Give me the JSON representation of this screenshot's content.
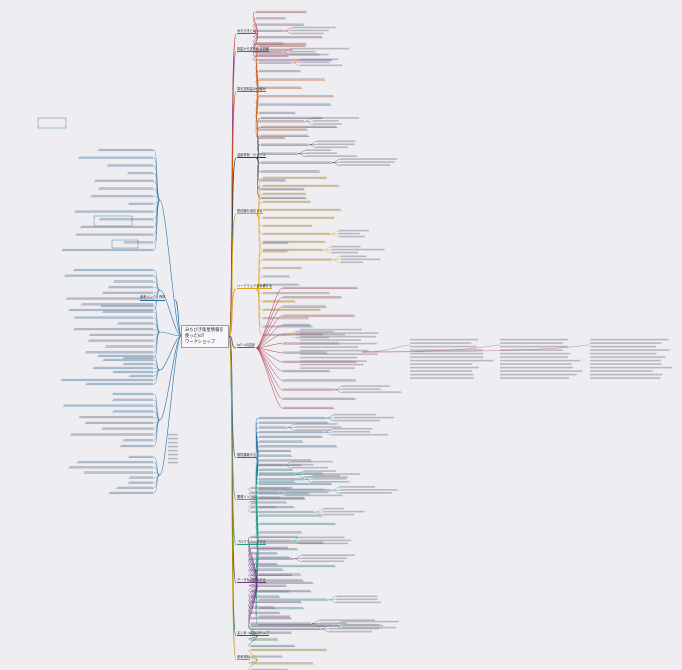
{
  "root": {
    "title": "みちびき衛星情報を使ったIoT",
    "subtitle": "ワークショップ"
  },
  "branches": [
    {
      "label": "みちびきとは",
      "color": "#c0392b",
      "items": 8
    },
    {
      "label": "衛星から送られる情報",
      "color": "#8e44ad",
      "items": 3
    },
    {
      "label": "準天頂衛星の仕組み",
      "color": "#d35400",
      "items": 12
    },
    {
      "label": "活用事例・サービス",
      "color": "#2c3e50",
      "items": 10
    },
    {
      "label": "受信機を用意する",
      "color": "#e2a018",
      "items": 10
    },
    {
      "label": "ハードウェアを準備する",
      "color": "#e2a018",
      "items": 12
    },
    {
      "label": "IoTへの応用",
      "color": "#b03a48",
      "items": 14
    },
    {
      "label": "環境構築する",
      "color": "#2471a3",
      "items": 18
    },
    {
      "label": "開発リソース",
      "color": "#7f8c8d",
      "items": 6
    },
    {
      "label": "プログラミングする",
      "color": "#1f9e89",
      "items": 20
    },
    {
      "label": "データを可視化する",
      "color": "#6c3483",
      "items": 18
    },
    {
      "label": "まとめ・次のステップ",
      "color": "#196f3d",
      "items": 4
    },
    {
      "label": "参考資料",
      "color": "#b7950b",
      "items": 4
    }
  ],
  "left_group": {
    "label": "参考リンク・資料",
    "color": "#2471a3"
  }
}
